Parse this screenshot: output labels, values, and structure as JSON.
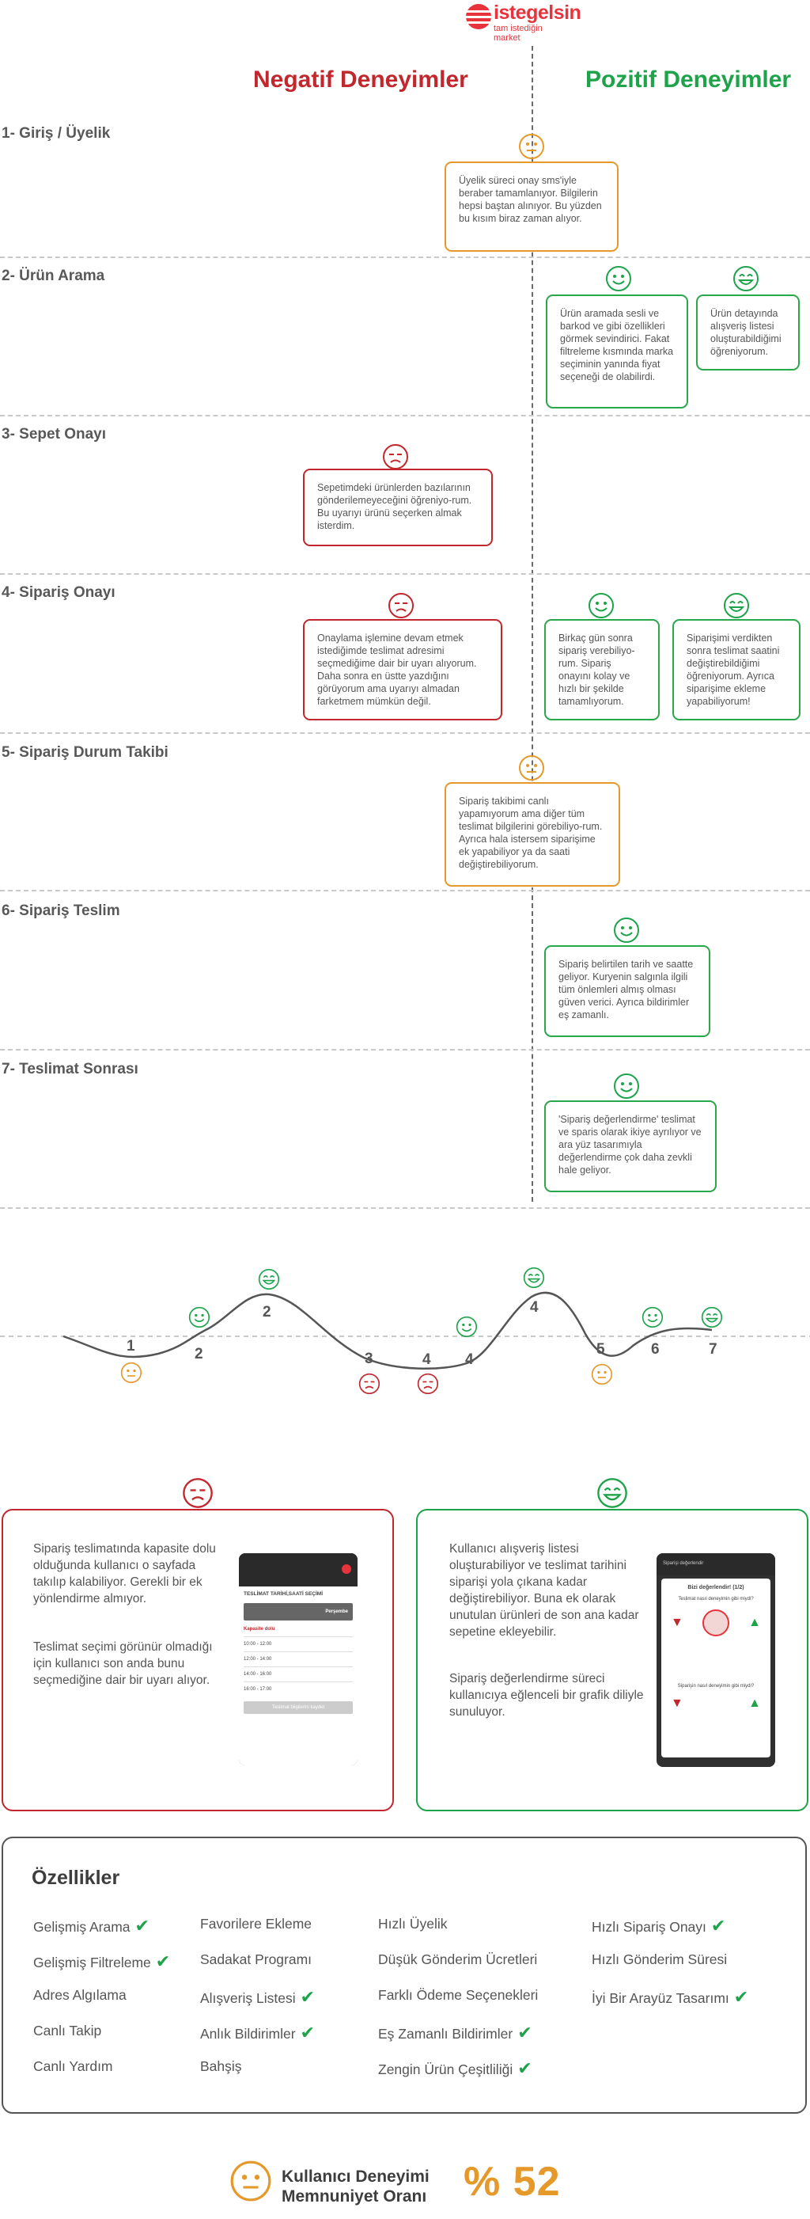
{
  "brand": {
    "name": "istegelsin",
    "tagline": "tam istediğin market"
  },
  "columns": {
    "negative": "Negatif Deneyimler",
    "positive": "Pozitif Deneyimler"
  },
  "stages": [
    {
      "title": "1- Giriş / Üyelik",
      "cards": [
        {
          "tone": "orange",
          "text": "Üyelik süreci onay sms'iyle beraber tamamlanıyor. Bilgilerin hepsi baştan alınıyor. Bu yüzden bu kısım biraz zaman alıyor."
        }
      ]
    },
    {
      "title": "2- Ürün Arama",
      "cards": [
        {
          "tone": "green",
          "text": "Ürün aramada sesli ve barkod ve gibi özellikleri görmek sevindirici. Fakat filtreleme kısmında marka seçiminin yanında fiyat seçeneği de olabilirdi."
        },
        {
          "tone": "green",
          "text": "Ürün detayında alışveriş listesi oluşturabildiğimi öğreniyorum."
        }
      ]
    },
    {
      "title": "3- Sepet Onayı",
      "cards": [
        {
          "tone": "red",
          "text": "Sepetimdeki ürünlerden bazılarının gönderilemeyeceğini öğreniyo-rum. Bu uyarıyı ürünü seçerken almak isterdim."
        }
      ]
    },
    {
      "title": "4- Sipariş Onayı",
      "cards": [
        {
          "tone": "red",
          "text": "Onaylama işlemine devam etmek istediğimde teslimat adresimi seçmediğime dair bir uyarı alıyorum. Daha sonra en üstte yazdığını görüyorum ama uyarıyı almadan farketmem mümkün değil."
        },
        {
          "tone": "green",
          "text": "Birkaç gün sonra sipariş verebiliyo-rum. Sipariş onayını kolay ve hızlı bir şekilde tamamlıyorum."
        },
        {
          "tone": "green",
          "text": "Siparişimi verdikten sonra teslimat saatini değiştirebildiğimi öğreniyorum. Ayrıca siparişime ekleme yapabiliyorum!"
        }
      ]
    },
    {
      "title": "5- Sipariş Durum Takibi",
      "cards": [
        {
          "tone": "orange",
          "text": "Sipariş takibimi canlı yapamıyorum ama diğer tüm teslimat bilgilerini görebiliyo-rum. Ayrıca hala istersem siparişime ek yapabiliyor ya da saati değiştirebiliyorum."
        }
      ]
    },
    {
      "title": "6- Sipariş Teslim",
      "cards": [
        {
          "tone": "green",
          "text": "Sipariş belirtilen tarih ve saatte geliyor. Kuryenin salgınla ilgili tüm önlemleri almış olması güven verici. Ayrıca bildirimler eş zamanlı."
        }
      ]
    },
    {
      "title": "7- Teslimat Sonrası",
      "cards": [
        {
          "tone": "green",
          "text": "'Sipariş değerlendirme' teslimat ve sparis olarak ikiye ayrılıyor ve ara yüz tasarımıyla değerlendirme çok daha zevkli hale geliyor."
        }
      ]
    }
  ],
  "journey": {
    "labels": [
      "1",
      "2",
      "2",
      "3",
      "4",
      "4",
      "4",
      "5",
      "6",
      "7"
    ],
    "faces": [
      "neutral",
      "happy",
      "happy",
      "sad",
      "sad",
      "happy",
      "happy",
      "neutral",
      "happy",
      "happy"
    ]
  },
  "panels": {
    "negative": {
      "text1": "Sipariş teslimatında kapasite dolu olduğunda kullanıcı o sayfada takılıp kalabiliyor. Gerekli bir ek yönlendirme almıyor.",
      "text2": "Teslimat seçimi görünür olmadığı için kullanıcı son anda bunu seçmediğine dair bir uyarı alıyor.",
      "phone": {
        "header": "TESLİMAT TARİHİ,SAATİ SEÇİMİ",
        "tab": "Perşembe",
        "label": "Kapasite dolu",
        "slots": [
          "10:00 - 12:00",
          "12:00 - 14:00",
          "14:00 - 16:00",
          "16:00 - 17:00"
        ],
        "button": "Teslimat bilgilerini kaydet"
      }
    },
    "positive": {
      "text1": "Kullanıcı alışveriş listesi oluşturabiliyor ve teslimat tarihini siparişi yola çıkana kadar değiştirebiliyor. Buna ek olarak unutulan ürünleri de son ana kadar sepetine ekleyebilir.",
      "text2": "Sipariş değerlendirme süreci kullanıcıya eğlenceli bir grafik diliyle sunuluyor.",
      "phone": {
        "header": "Siparişi değerlendir",
        "title": "Bizi değerlendir! (1/2)",
        "q1": "Teslimat nasıl deneyimin gibi miydi?",
        "q2": "Siparişin nasıl deneyimin gibi miydi?"
      }
    }
  },
  "features": {
    "title": "Özellikler",
    "items": [
      {
        "label": "Gelişmiş Arama",
        "checked": true
      },
      {
        "label": "Gelişmiş Filtreleme",
        "checked": true
      },
      {
        "label": "Adres Algılama",
        "checked": false
      },
      {
        "label": "Canlı Takip",
        "checked": false
      },
      {
        "label": "Canlı Yardım",
        "checked": false
      },
      {
        "label": "Favorilere Ekleme",
        "checked": false
      },
      {
        "label": "Sadakat Programı",
        "checked": false
      },
      {
        "label": "Alışveriş Listesi",
        "checked": true
      },
      {
        "label": "Anlık Bildirimler",
        "checked": true
      },
      {
        "label": "Bahşiş",
        "checked": false
      },
      {
        "label": "Hızlı Üyelik",
        "checked": false
      },
      {
        "label": "Düşük Gönderim Ücretleri",
        "checked": false
      },
      {
        "label": "Farklı Ödeme Seçenekleri",
        "checked": false
      },
      {
        "label": "Eş Zamanlı Bildirimler",
        "checked": true
      },
      {
        "label": "Zengin Ürün Çeşitliliği",
        "checked": true
      },
      {
        "label": "Hızlı Sipariş Onayı",
        "checked": true
      },
      {
        "label": "Hızlı Gönderim Süresi",
        "checked": false
      },
      {
        "label": "İyi Bir Arayüz Tasarımı",
        "checked": true
      }
    ]
  },
  "satisfaction": {
    "line1": "Kullanıcı Deneyimi",
    "line2": "Memnuniyet Oranı",
    "value": "% 52"
  },
  "colors": {
    "negative": "#c1272d",
    "positive": "#1ea34b",
    "neutral": "#e6992b",
    "brand": "#e8333d"
  }
}
